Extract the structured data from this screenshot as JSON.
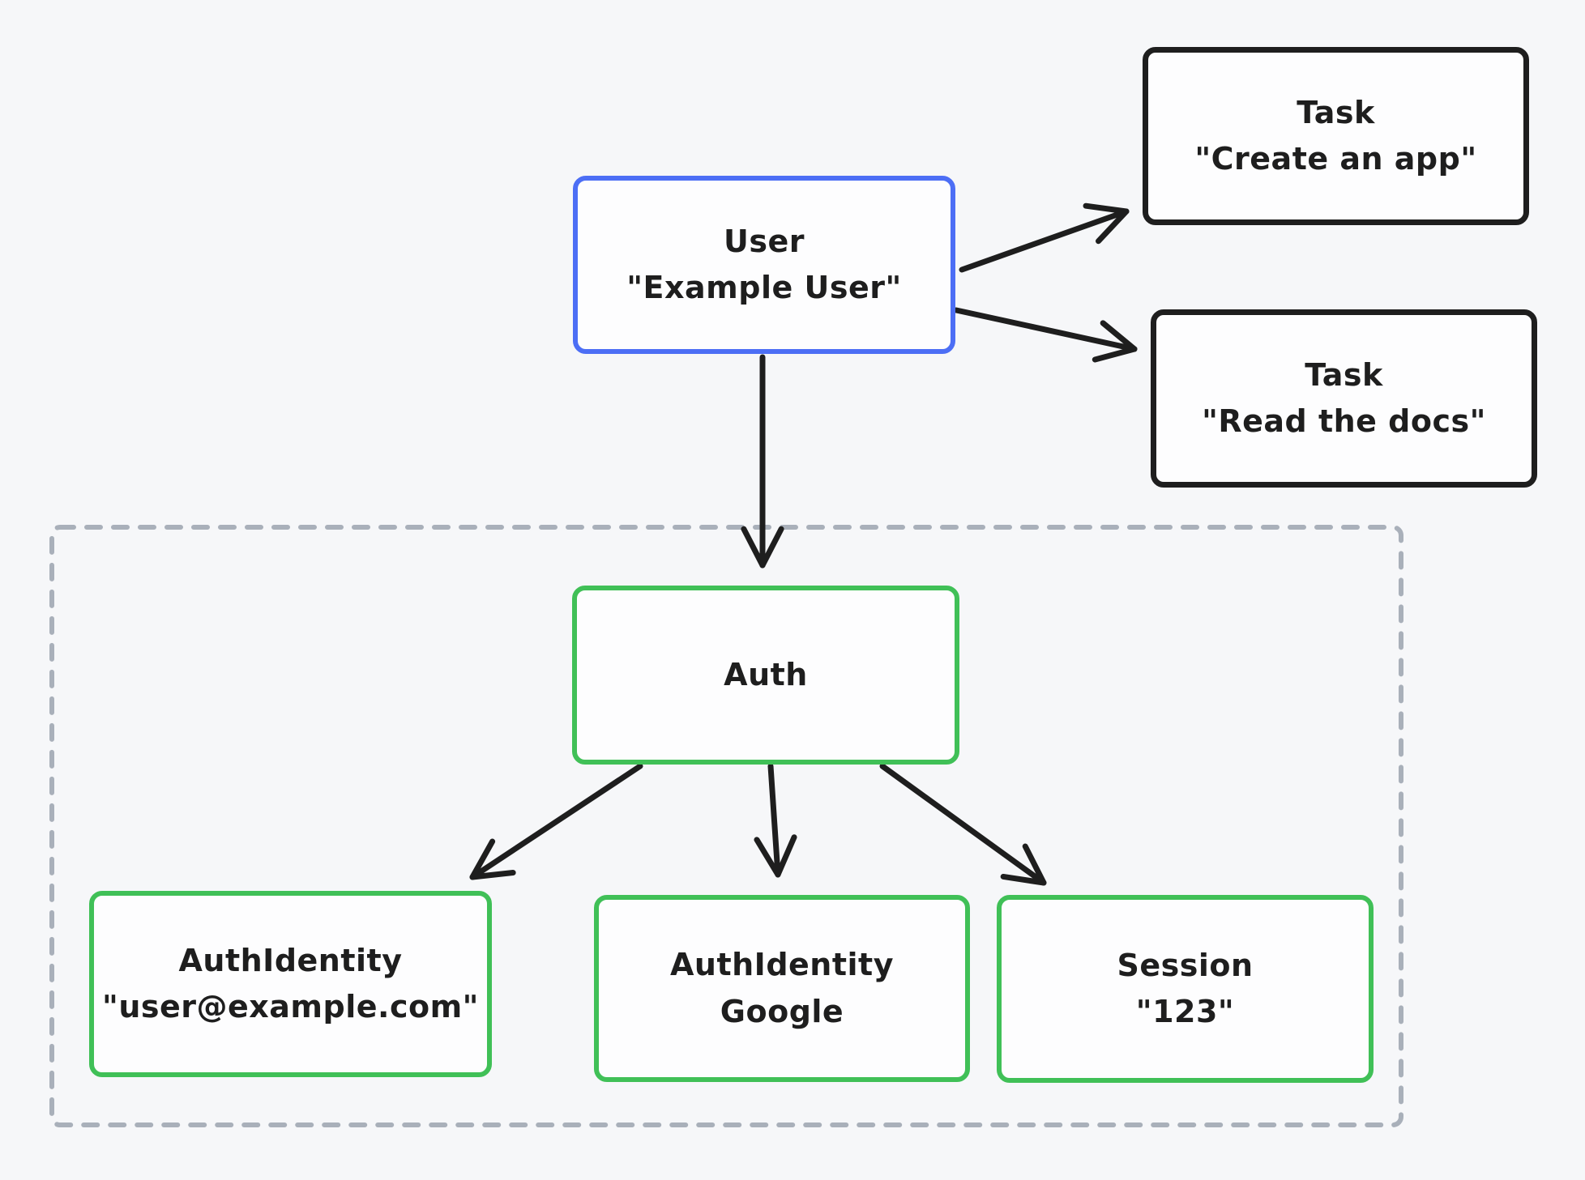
{
  "diagram": {
    "background": "#f6f7f9",
    "node_fill": "#fdfdfe",
    "ink": "#1e1e1e",
    "accent_blue": "#4c6ef5",
    "accent_green": "#40c057",
    "dashed_gray": "#a9b0ba"
  },
  "nodes": {
    "user": {
      "label": "User",
      "value": "\"Example User\""
    },
    "task_create": {
      "label": "Task",
      "value": "\"Create an app\""
    },
    "task_read": {
      "label": "Task",
      "value": "\"Read the docs\""
    },
    "auth": {
      "label": "Auth",
      "value": ""
    },
    "auth_identity_email": {
      "label": "AuthIdentity",
      "value": "\"user@example.com\""
    },
    "auth_identity_google": {
      "label": "AuthIdentity",
      "value": "Google"
    },
    "session": {
      "label": "Session",
      "value": "\"123\""
    }
  },
  "edges": [
    {
      "from": "user",
      "to": "task_create"
    },
    {
      "from": "user",
      "to": "task_read"
    },
    {
      "from": "user",
      "to": "auth"
    },
    {
      "from": "auth",
      "to": "auth_identity_email"
    },
    {
      "from": "auth",
      "to": "auth_identity_google"
    },
    {
      "from": "auth",
      "to": "session"
    }
  ]
}
